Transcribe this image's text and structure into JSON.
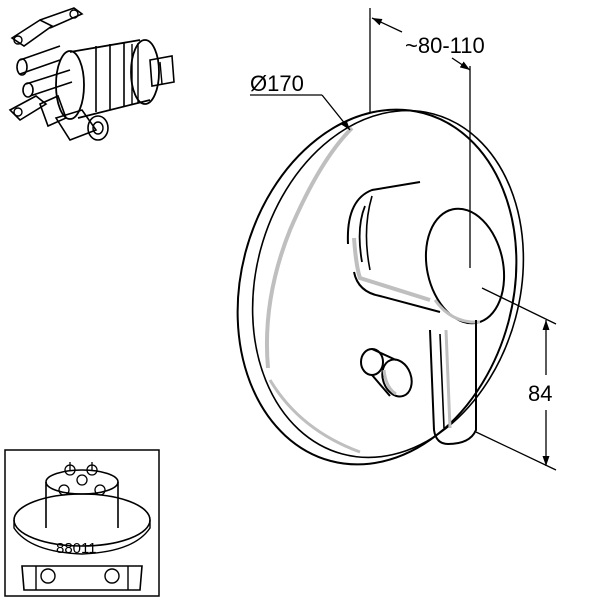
{
  "dimensions": {
    "diameter_label": "Ø170",
    "depth_label": "~80-110",
    "height_label": "84"
  },
  "inset": {
    "part_number": "88011"
  },
  "colors": {
    "line": "#000000",
    "background": "#ffffff",
    "shading": "#bfbfbf"
  }
}
